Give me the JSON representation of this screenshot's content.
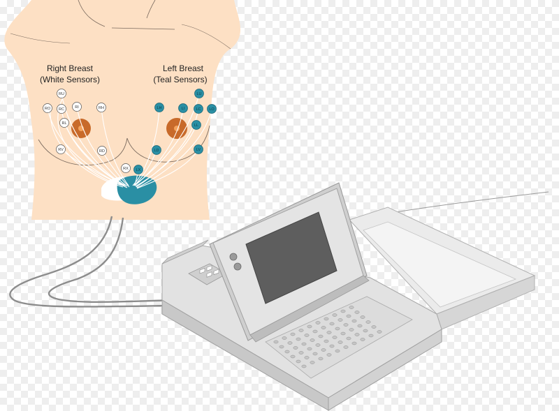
{
  "labels": {
    "right_breast_title": "Right Breast",
    "right_breast_sub": "(White Sensors)",
    "left_breast_title": "Left Breast",
    "left_breast_sub": "(Teal Sensors)"
  },
  "sensors": {
    "white": [
      "RU",
      "RO",
      "RC",
      "RI",
      "RH",
      "RL",
      "RV",
      "RD",
      "RX"
    ],
    "teal": [
      "LU",
      "LH",
      "LI",
      "LC",
      "LO",
      "LL",
      "LD",
      "LV",
      "LX"
    ]
  },
  "colors": {
    "skin": "#fde0c4",
    "areola": "#c86a2a",
    "nipple": "#f4a25c",
    "teal_sensor": "#2a8fa4",
    "white_sensor": "#ffffff",
    "device_body": "#e6e6e6",
    "device_screen": "#5e5e5e",
    "cable": "#8c8c8c"
  }
}
